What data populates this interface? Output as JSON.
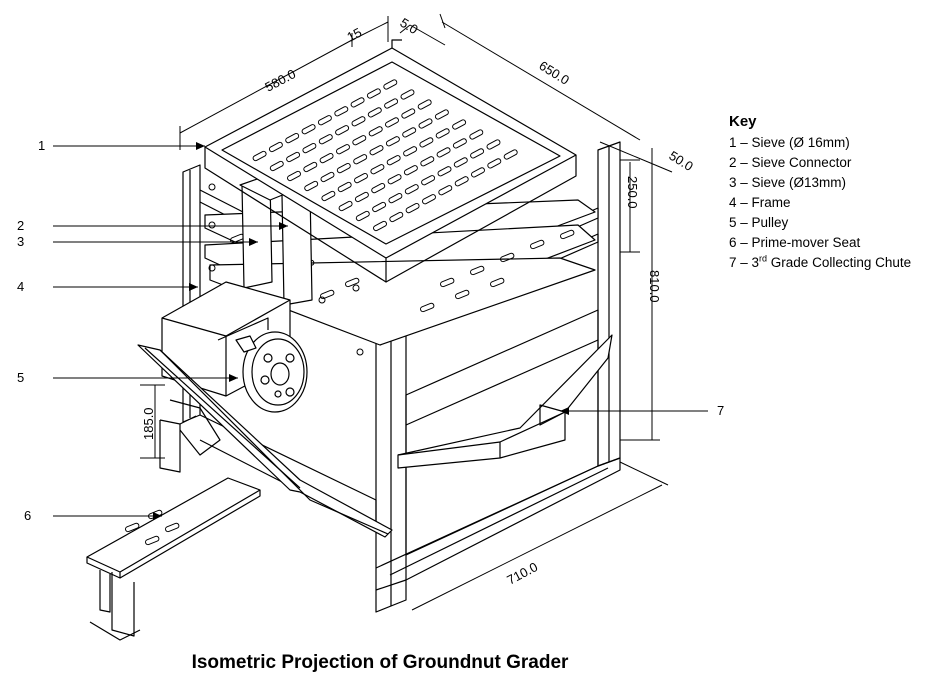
{
  "caption": "Isometric Projection of Groundnut Grader",
  "key": {
    "title": "Key",
    "items": [
      {
        "text": "1 – Sieve (Ø 16mm)"
      },
      {
        "text": "2 – Sieve Connector"
      },
      {
        "text": "3 – Sieve (Ø13mm)"
      },
      {
        "text": "4 – Frame"
      },
      {
        "text": "5 – Pulley"
      },
      {
        "text": "6 – Prime-mover Seat"
      },
      {
        "pre": "7 – 3",
        "sup": "rd",
        "post": " Grade Collecting Chute"
      }
    ]
  },
  "callouts": [
    "1",
    "2",
    "3",
    "4",
    "5",
    "6",
    "7"
  ],
  "dimensions": {
    "d_580": "580.0",
    "d_15": "15",
    "d_5": "5.0",
    "d_650": "650.0",
    "d_50": "50.0",
    "d_250": "250.0",
    "d_810": "810.0",
    "d_185": "185.0",
    "d_710": "710.0"
  }
}
